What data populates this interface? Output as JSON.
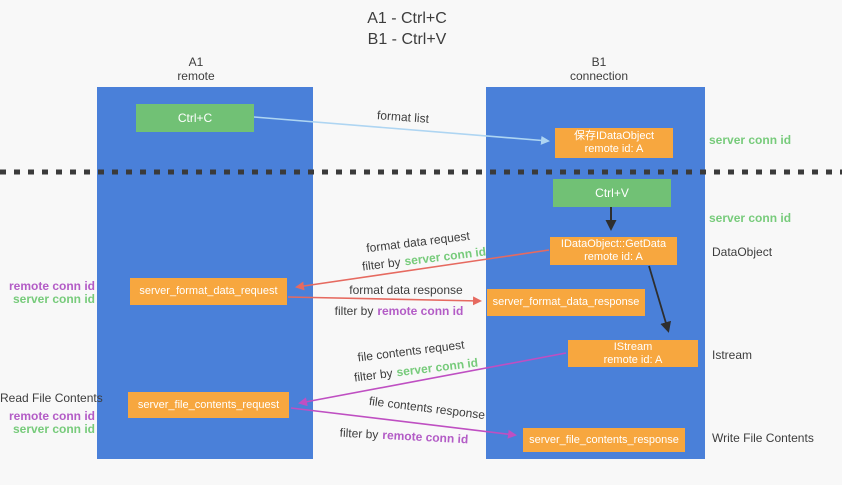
{
  "title": {
    "line1": "A1 - Ctrl+C",
    "line2": "B1 - Ctrl+V"
  },
  "columns": {
    "left": {
      "name": "A1",
      "role": "remote"
    },
    "right": {
      "name": "B1",
      "role": "connection"
    }
  },
  "boxes": {
    "ctrl_c": {
      "label": "Ctrl+C"
    },
    "ctrl_v": {
      "label": "Ctrl+V"
    },
    "save_idataobject": {
      "line1": "保存IDataObject",
      "line2": "remote id: A"
    },
    "getdata": {
      "line1": "IDataObject::GetData",
      "line2": "remote id: A"
    },
    "istream": {
      "line1": "IStream",
      "line2": "remote id: A"
    },
    "format_request": {
      "label": "server_format_data_request"
    },
    "format_response": {
      "label": "server_format_data_response"
    },
    "file_request": {
      "label": "server_file_contents_request"
    },
    "file_response": {
      "label": "server_file_contents_response"
    }
  },
  "arrows": {
    "format_list": {
      "label": "format list"
    },
    "format_data_request": {
      "label": "format data request",
      "filter_prefix": "filter by",
      "filter_key": "server conn id"
    },
    "format_data_response": {
      "label": "format data response",
      "filter_prefix": "filter by",
      "filter_key": "remote conn id"
    },
    "file_contents_request": {
      "label": "file contents request",
      "filter_prefix": "filter by",
      "filter_key": "server conn id"
    },
    "file_contents_response": {
      "label": "file contents response",
      "filter_prefix": "filter by",
      "filter_key": "remote conn id"
    }
  },
  "side_labels": {
    "right_server_conn_id_top": "server conn id",
    "right_server_conn_id_mid": "server conn id",
    "dataobject": "DataObject",
    "istream": "Istream",
    "write_file_contents": "Write File Contents",
    "read_file_contents": "Read File Contents",
    "left_remote_conn_id_top": "remote conn id",
    "left_server_conn_id_top": "server conn id",
    "left_remote_conn_id_bottom": "remote conn id",
    "left_server_conn_id_bottom": "server conn id"
  },
  "colors": {
    "column_blue": "#4a80d9",
    "box_green": "#71c175",
    "box_orange": "#f7a73f",
    "arrow_red": "#e66a60",
    "arrow_magenta": "#bf4fc2",
    "arrow_lightblue": "#aed5f2",
    "arrow_black": "#2e2e2e",
    "text_green": "#77cb7b",
    "text_purple": "#b35cc6",
    "text_dark": "#3d3d3d",
    "background": "#f8f8f8"
  }
}
